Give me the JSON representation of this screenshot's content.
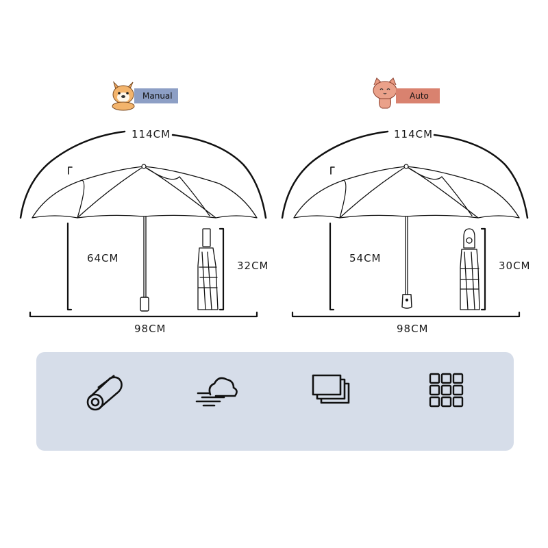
{
  "manual": {
    "badge": "Manual",
    "badge_color": "#8d9fc5",
    "mascot": "shiba-dog-mascot",
    "open_diameter": "114CM",
    "open_height": "64CM",
    "folded_length": "32CM",
    "canopy_span": "98CM"
  },
  "auto": {
    "badge": "Auto",
    "badge_color": "#d9826f",
    "mascot": "cat-mascot",
    "open_diameter": "114CM",
    "open_height": "54CM",
    "folded_length": "30CM",
    "canopy_span": "98CM"
  },
  "features": {
    "background": "#d6dde9",
    "icons": [
      "roll-fabric-icon",
      "wind-cloud-icon",
      "layers-icon",
      "grid-icon"
    ]
  }
}
